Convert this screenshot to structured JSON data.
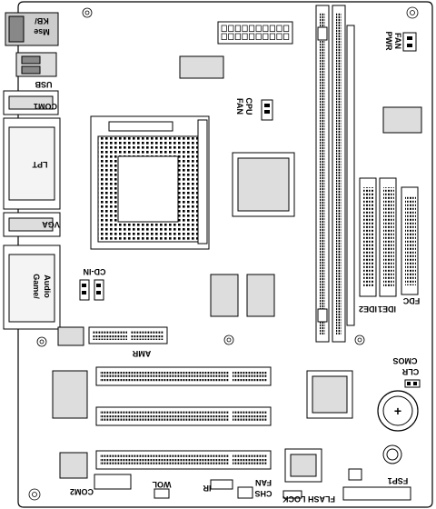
{
  "labels": {
    "kb_mse_line1": "KB/",
    "kb_mse_line2": "Mse",
    "usb": "USB",
    "com1": "COM1",
    "lpt": "LPT",
    "vga": "VGA",
    "game_audio_line1": "Game/",
    "game_audio_line2": "Audio",
    "cd_in": "CD-IN",
    "amr": "AMR",
    "com2": "COM2",
    "wol": "WOL",
    "ir": "IR",
    "chs_fan_line1": "CHS",
    "chs_fan_line2": "FAN",
    "flash_lock": "FLASH LOCK",
    "fsp1": "FSP1",
    "clr_cmos_line1": "CLR",
    "clr_cmos_line2": "CMOS",
    "fdc": "FDC",
    "ide1": "IDE1",
    "ide2": "IDE2",
    "cpu_fan_line1": "CPU",
    "cpu_fan_line2": "FAN",
    "pwr_fan_line1": "PWR",
    "pwr_fan_line2": "FAN",
    "battery_plus": "+"
  },
  "colors": {
    "line": "#000000",
    "background": "#ffffff",
    "fill_gray": "#d8d8d8",
    "fill_dark": "#555555"
  }
}
